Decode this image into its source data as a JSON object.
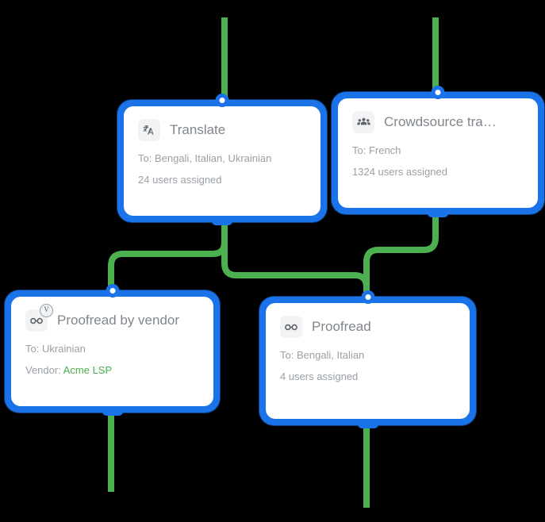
{
  "diagram": {
    "type": "workflow-graph",
    "background_color": "#000000",
    "accent_color": "#1a73e8",
    "edge_color": "#4caf50",
    "nodes": [
      {
        "id": "translate",
        "title": "Translate",
        "icon": "translate-icon",
        "lines": [
          {
            "text": "To: Bengali, Italian, Ukrainian"
          },
          {
            "text": "24 users assigned"
          }
        ],
        "selected": true
      },
      {
        "id": "crowdsource",
        "title": "Crowdsource tra…",
        "icon": "people-group-icon",
        "lines": [
          {
            "text": "To: French"
          },
          {
            "text": "1324 users assigned"
          }
        ],
        "selected": true
      },
      {
        "id": "vendor",
        "title": "Proofread by vendor",
        "icon": "glasses-vendor-icon",
        "badge": "V",
        "lines": [
          {
            "text": "To: Ukrainian"
          },
          {
            "label": "Vendor:",
            "value": "Acme LSP",
            "value_color": "#4caf50"
          }
        ],
        "selected": true
      },
      {
        "id": "proofread",
        "title": "Proofread",
        "icon": "glasses-icon",
        "lines": [
          {
            "text": "To: Bengali, Italian"
          },
          {
            "text": "4 users assigned"
          }
        ],
        "selected": true
      }
    ],
    "edges": [
      {
        "from": "canvas-top",
        "to": "translate"
      },
      {
        "from": "canvas-top",
        "to": "crowdsource"
      },
      {
        "from": "translate",
        "to": "vendor"
      },
      {
        "from": "translate",
        "to": "proofread"
      },
      {
        "from": "crowdsource",
        "to": "proofread"
      },
      {
        "from": "vendor",
        "to": "canvas-bottom"
      },
      {
        "from": "proofread",
        "to": "canvas-bottom"
      }
    ]
  }
}
